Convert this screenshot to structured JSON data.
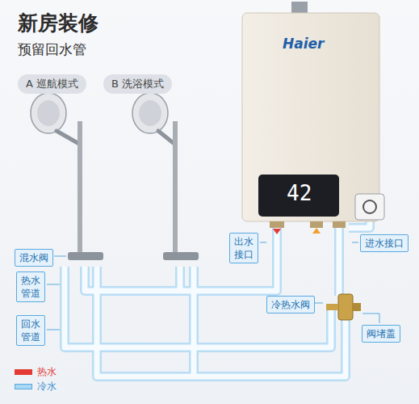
{
  "diagram": {
    "title": "新房装修",
    "nodes": [
      {
        "text": [
          "A 巡航模式"
        ]
      },
      {
        "text": [
          "B 洗浴模式"
        ]
      },
      {
        "text": [
          "混水阀"
        ]
      },
      {
        "text": [
          "热水管道"
        ]
      },
      {
        "text": [
          "回水管道"
        ]
      },
      {
        "text": [
          "出水接口"
        ]
      },
      {
        "text": [
          "进水接口"
        ]
      },
      {
        "text": [
          "冷热水阀"
        ]
      },
      {
        "text": [
          "阀堵盖"
        ]
      }
    ],
    "labels": [
      "预留回水管",
      "Haier",
      "42"
    ],
    "legend": [
      {
        "text": "热水",
        "color": "#e53935"
      },
      {
        "text": "冷水",
        "color": "#a9d8f5"
      }
    ]
  }
}
